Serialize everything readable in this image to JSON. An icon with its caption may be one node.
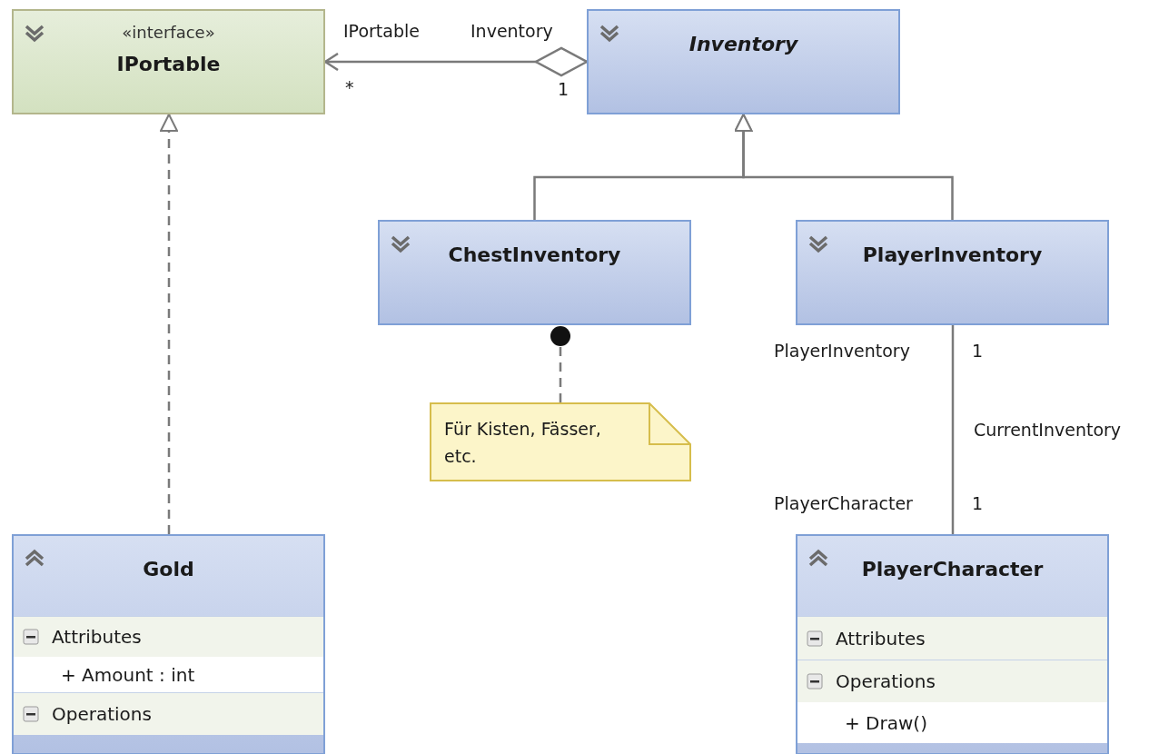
{
  "diagram": {
    "nodes": [
      {
        "text": [
          "«interface»",
          "IPortable"
        ]
      },
      {
        "text": [
          "Inventory"
        ]
      },
      {
        "text": [
          "ChestInventory"
        ]
      },
      {
        "text": [
          "PlayerInventory"
        ]
      },
      {
        "text": [
          "Für Kisten, Fässer, etc."
        ]
      },
      {
        "text": [
          "Gold"
        ]
      },
      {
        "text": [
          "Attributes",
          "+ Amount : int"
        ],
        "in": 5
      },
      {
        "text": [
          "Operations"
        ],
        "in": 5
      },
      {
        "text": [
          "PlayerCharacter"
        ]
      },
      {
        "text": [
          "Attributes"
        ],
        "in": 8
      },
      {
        "text": [
          "Operations",
          "+ Draw()"
        ],
        "in": 8
      }
    ],
    "edges": [
      {
        "from": 1,
        "to": 0,
        "arrow": "to"
      },
      {
        "from": 5,
        "to": 0,
        "arrow": "to",
        "style": "dashed"
      },
      {
        "from": 2,
        "to": 1,
        "arrow": "to"
      },
      {
        "from": 3,
        "to": 1,
        "arrow": "to"
      },
      {
        "from": 4,
        "to": 2,
        "arrow": "other",
        "style": "dashed"
      },
      {
        "from": 3,
        "to": 8,
        "arrow": "none",
        "label": "CurrentInventory"
      }
    ],
    "labels": [
      "IPortable",
      "Inventory",
      "*",
      "1",
      "PlayerInventory",
      "1",
      "PlayerCharacter",
      "1"
    ]
  }
}
